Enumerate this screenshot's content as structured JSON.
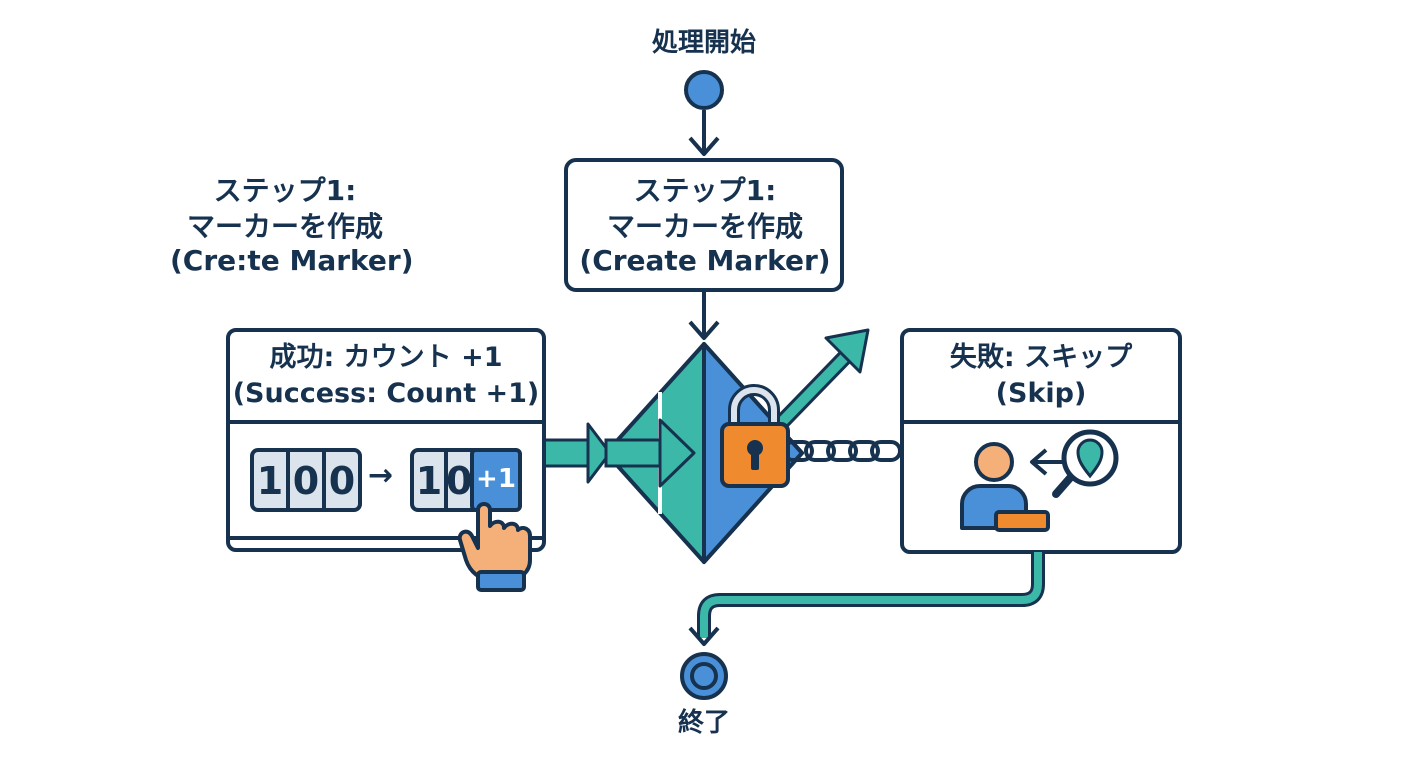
{
  "start": {
    "label": "処理開始"
  },
  "end": {
    "label": "終了"
  },
  "step1_box": {
    "title": "ステップ1:",
    "subtitle": "マーカーを作成",
    "english": "(Create Marker)"
  },
  "step1_floating": {
    "title": "ステップ1:",
    "subtitle": "マーカーを作成",
    "english": "(Cre:te Marker)"
  },
  "success_box": {
    "title": "成功: カウント +1",
    "subtitle": "(Success: Count +1)",
    "counter_before": [
      "1",
      "0",
      "0"
    ],
    "arrow": "→",
    "counter_after": [
      "1",
      "0"
    ],
    "increment": "+1"
  },
  "failure_box": {
    "title": "失敗: スキップ",
    "subtitle": "(Skip)"
  },
  "colors": {
    "navy": "#16324f",
    "blue": "#4a90d9",
    "teal": "#3bb8a8",
    "orange": "#f08a2e",
    "gray_panel": "#dbe4ec",
    "skin": "#f5b07a"
  },
  "icons": [
    "start-circle-icon",
    "end-circle-icon",
    "diamond-decision-icon",
    "padlock-icon",
    "chain-icon",
    "pointing-hand-icon",
    "user-icon",
    "magnifier-location-icon",
    "up-right-arrow-icon"
  ]
}
